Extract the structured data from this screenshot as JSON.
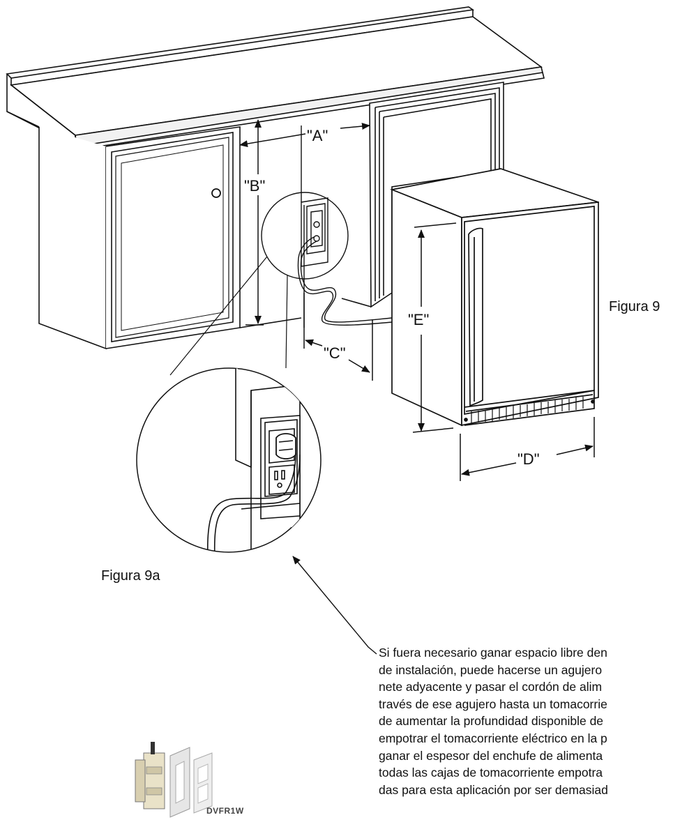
{
  "dimension_labels": {
    "a": "\"A\"",
    "b": "\"B\"",
    "c": "\"C\"",
    "d": "\"D\"",
    "e": "\"E\""
  },
  "figure_labels": {
    "main": "Figura 9",
    "detail": "Figura 9a"
  },
  "caption_lines": [
    "Si fuera necesario ganar espacio libre den",
    "de instalación, puede hacerse un agujero",
    "nete adyacente y pasar el cordón de alim",
    "través de ese agujero hasta un tomacorrie",
    "de aumentar la profundidad disponible de",
    "empotrar el tomacorriente eléctrico en la p",
    "ganar el espesor del enchufe de alimenta",
    "todas las cajas de tomacorriente empotra",
    "das para esta aplicación por ser demasiad"
  ],
  "product": {
    "code": "DVFR1W"
  }
}
